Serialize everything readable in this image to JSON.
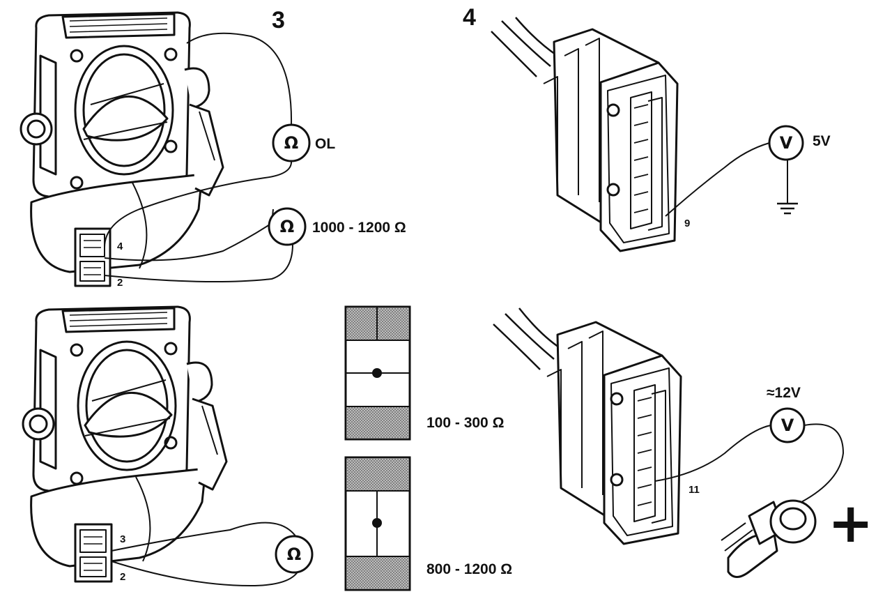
{
  "section_numbers": {
    "three": "3",
    "four": "4"
  },
  "meters": {
    "ohm_symbol": "Ω",
    "volt_symbol": "V"
  },
  "readings": {
    "open_loop": "OL",
    "coil_resistance": "1000 - 1200 Ω",
    "track_resistance_a": "100 - 300 Ω",
    "track_resistance_b": "800 - 1200 Ω",
    "supply_voltage": "5V",
    "battery_voltage": "≈12V"
  },
  "pins": {
    "p4": "4",
    "p2_top": "2",
    "p3": "3",
    "p2_bottom": "2",
    "p9": "9",
    "p11": "11"
  },
  "plus_sign": "+",
  "colors": {
    "ink": "#111111",
    "paper": "#ffffff",
    "shade": "#8a8a8a"
  }
}
